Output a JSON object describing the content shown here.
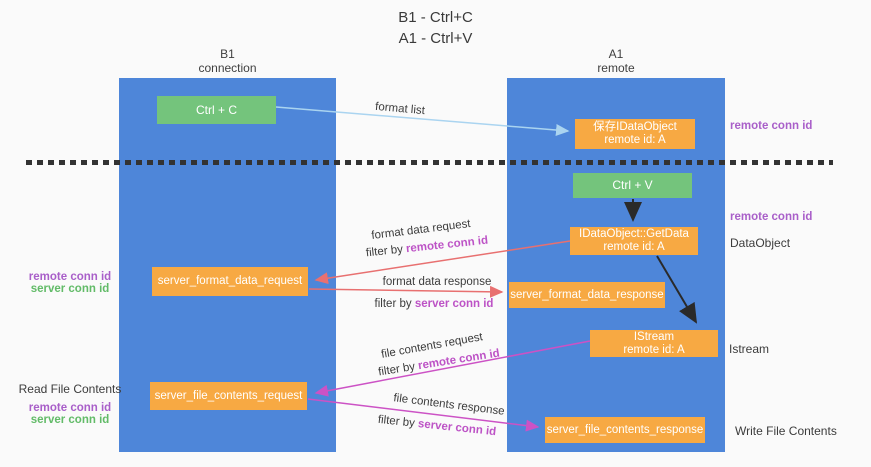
{
  "title": {
    "line1": "B1 - Ctrl+C",
    "line2": "A1 - Ctrl+V"
  },
  "lifelines": {
    "b1": {
      "name": "B1",
      "role": "connection"
    },
    "a1": {
      "name": "A1",
      "role": "remote"
    }
  },
  "boxes": {
    "ctrl_c": {
      "label": "Ctrl + C"
    },
    "save_dataobject": {
      "line1": "保存IDataObject",
      "line2": "remote id: A"
    },
    "ctrl_v": {
      "label": "Ctrl + V"
    },
    "getdata": {
      "line1": "IDataObject::GetData",
      "line2": "remote id: A"
    },
    "format_request": {
      "label": "server_format_data_request"
    },
    "format_response": {
      "label": "server_format_data_response"
    },
    "istream": {
      "line1": "IStream",
      "line2": "remote id: A"
    },
    "file_request": {
      "label": "server_file_contents_request"
    },
    "file_response": {
      "label": "server_file_contents_response"
    }
  },
  "right_labels": {
    "remote_conn_id_1": "remote conn id",
    "remote_conn_id_2": "remote conn id",
    "dataobject": "DataObject",
    "istream": "Istream",
    "write_file_contents": "Write File Contents"
  },
  "left_labels": {
    "remote_conn_id_1": "remote conn id",
    "server_conn_id_1": "server conn id",
    "read_file_contents": "Read File Contents",
    "remote_conn_id_2": "remote conn id",
    "server_conn_id_2": "server conn id"
  },
  "arrow_labels": {
    "format_list": "format list",
    "format_request": "format data request",
    "format_request_filter_prefix": "filter by ",
    "format_request_filter_value": "remote conn id",
    "format_response": "format data response",
    "format_response_filter_prefix": "filter by ",
    "format_response_filter_value": "server conn id",
    "file_request": "file contents request",
    "file_request_filter_prefix": "filter by ",
    "file_request_filter_value": "remote conn id",
    "file_response": "file contents response",
    "file_response_filter_prefix": "filter by ",
    "file_response_filter_value": "server conn id"
  },
  "colors": {
    "lifeline_blue": "#4e86d9",
    "box_green": "#74c47c",
    "box_orange": "#f7a943",
    "arrow_light_blue": "#aad4f0",
    "arrow_red": "#e87070",
    "arrow_magenta": "#cc52c5",
    "arrow_black": "#2a2a2a",
    "text_purple": "#a95fc9",
    "text_green": "#62bb68",
    "text_magenta": "#bd53c6",
    "background": "#fafafa"
  }
}
